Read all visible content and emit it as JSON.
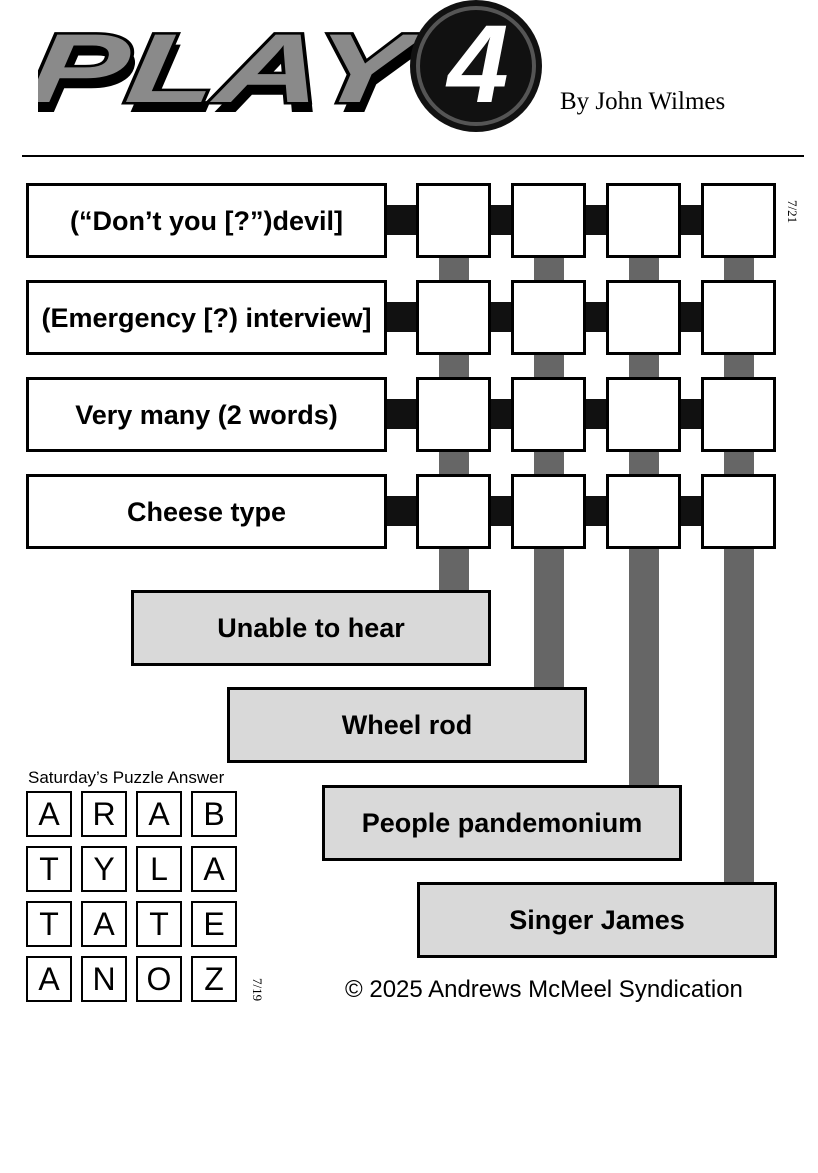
{
  "header": {
    "logo_text": "PLAY",
    "logo_number": "4",
    "byline": "By John Wilmes",
    "date": "7/21"
  },
  "across_clues": [
    {
      "text": "(“Don’t you [?”)devil]"
    },
    {
      "text": "(Emergency [?) interview]"
    },
    {
      "text": "Very many (2 words)"
    },
    {
      "text": "Cheese type"
    }
  ],
  "down_clues": [
    {
      "text": "Unable to hear"
    },
    {
      "text": "Wheel rod"
    },
    {
      "text": "People pandemonium"
    },
    {
      "text": "Singer James"
    }
  ],
  "answer": {
    "title": "Saturday’s Puzzle Answer",
    "date": "7/19",
    "rows": [
      [
        "A",
        "R",
        "A",
        "B"
      ],
      [
        "T",
        "Y",
        "L",
        "A"
      ],
      [
        "T",
        "A",
        "T",
        "E"
      ],
      [
        "A",
        "N",
        "O",
        "Z"
      ]
    ]
  },
  "footer": {
    "copyright": "© 2025 Andrews McMeel Syndication"
  },
  "colors": {
    "cell_fill": "#ffffff",
    "down_clue_fill": "#d9d9d9",
    "down_bar": "#666666",
    "connector": "#111111"
  }
}
